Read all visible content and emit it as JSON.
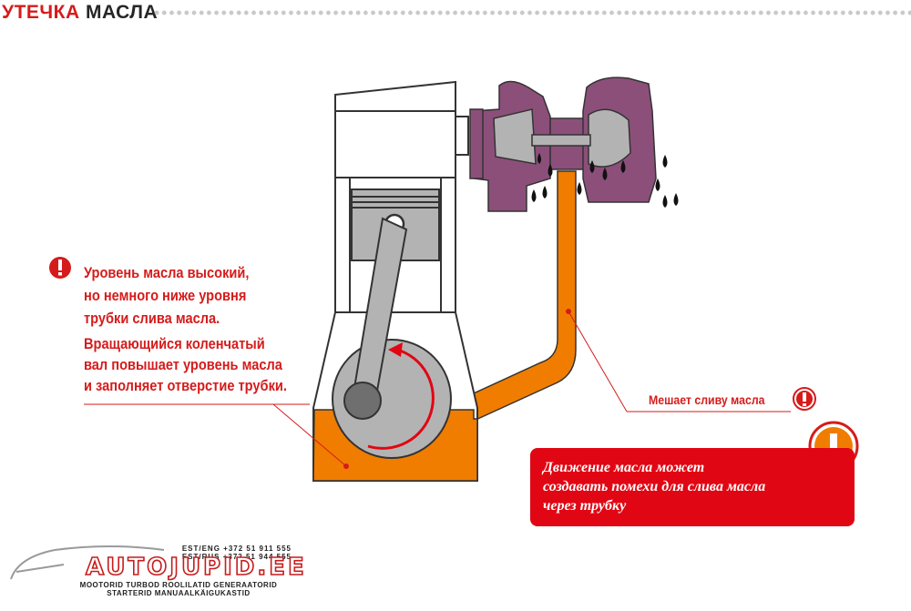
{
  "header": {
    "title_part1": "УТЕЧКА",
    "title_part2": "МАСЛА"
  },
  "notes": {
    "note1": "Уровень масла высокий,\nно немного ниже уровня\nтрубки слива масла.",
    "note2": "Вращающийся коленчатый\nвал повышает уровень масла\nи заполняет отверстие трубки."
  },
  "drain_label": "Мешает сливу масла",
  "callout": "Движение масла может\nсоздавать помехи для слива масла\nчерез трубку",
  "logo": {
    "brand": "AUTOJUPID.EE",
    "phones": "EST/ENG +372 51 911 555\nEST/RUS +372 51 944 555",
    "subtitle": "MOOTORID TURBOD ROOLILATID GENERAATORID\nSTARTERID MANUAALKÄIGUKASTID"
  },
  "icons": {
    "warning": "exclamation-circle-icon",
    "car": "car-silhouette-icon"
  },
  "colors": {
    "accent_red": "#d61b1b",
    "oil_orange": "#f07d00",
    "turbo_purple": "#8c4f7a",
    "engine_gray": "#b3b3b3",
    "oil_drop": "#111111"
  }
}
